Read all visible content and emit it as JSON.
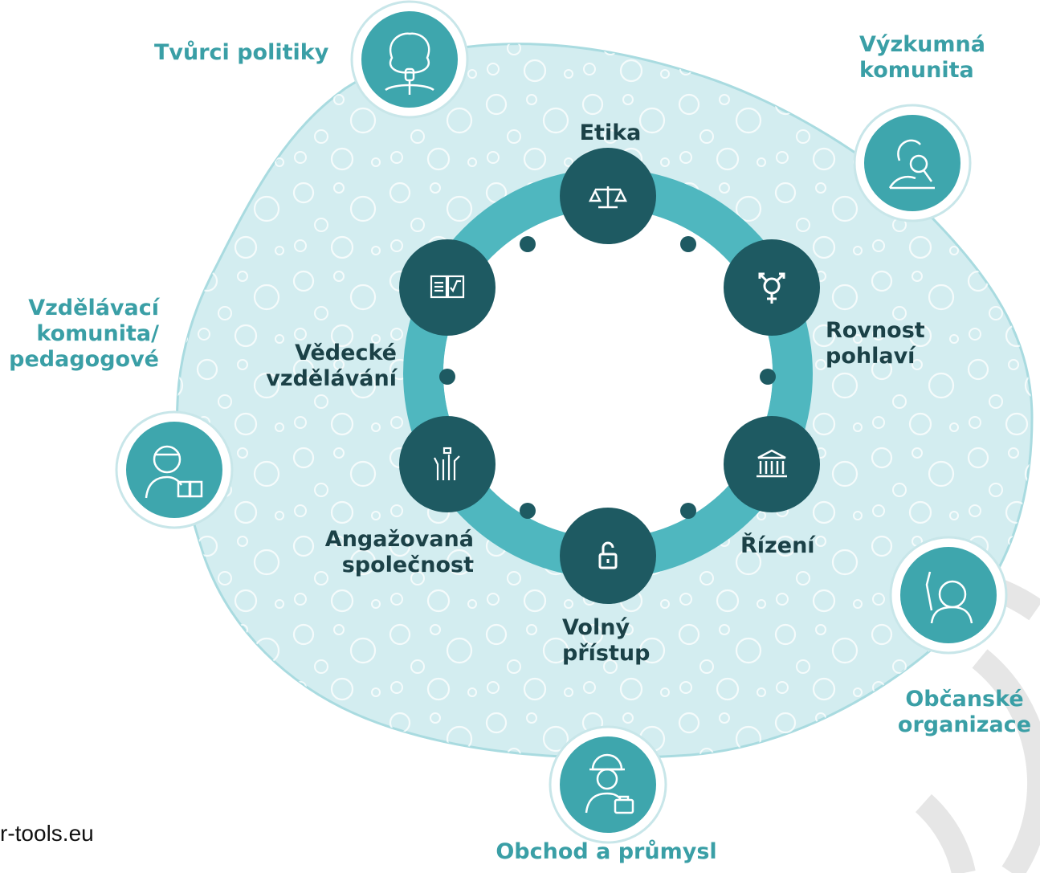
{
  "colors": {
    "blob_fill": "#d3edf0",
    "blob_stroke": "#8ecdd3",
    "ring": "#4fb7bf",
    "node_dark": "#1e5a62",
    "outer_circle": "#3ea6ad",
    "outer_label": "#3a9fa6",
    "inner_label": "#1b4147"
  },
  "inner_nodes": [
    {
      "id": "ethics",
      "label": "Etika",
      "icon": "scales-icon"
    },
    {
      "id": "gender",
      "label": "Rovnost pohlaví",
      "icon": "gender-symbol-icon"
    },
    {
      "id": "governance",
      "label": "Řízení",
      "icon": "institution-building-icon"
    },
    {
      "id": "open_access",
      "label": "Volný přístup",
      "icon": "open-padlock-icon"
    },
    {
      "id": "engagement",
      "label": "Angažovaná společnost",
      "icon": "raised-hands-icon"
    },
    {
      "id": "education",
      "label": "Vědecké vzdělávání",
      "icon": "open-book-icon"
    }
  ],
  "labels": {
    "etika": "Etika",
    "rovnost_1": "Rovnost",
    "rovnost_2": "pohlaví",
    "rizeni": "Řízení",
    "volny_1": "Volný",
    "volny_2": "přístup",
    "angaz_1": "Angažovaná",
    "angaz_2": "společnost",
    "vedecke_1": "Vědecké",
    "vedecke_2": "vzdělávání"
  },
  "stakeholders": {
    "policy_makers": "Tvůrci politiky",
    "research_1": "Výzkumná",
    "research_2": "komunita",
    "education_1": "Vzdělávací",
    "education_2": "komunita/",
    "education_3": "pedagogové",
    "civil_1": "Občanské",
    "civil_2": "organizace",
    "business": "Obchod a průmysl"
  },
  "stakeholder_icons": [
    "person-with-microphone-icon",
    "researcher-with-magnifier-icon",
    "teacher-with-book-icon",
    "person-raising-hand-icon",
    "worker-with-helmet-and-briefcase-icon"
  ],
  "footer": {
    "url": "r-tools.eu"
  }
}
